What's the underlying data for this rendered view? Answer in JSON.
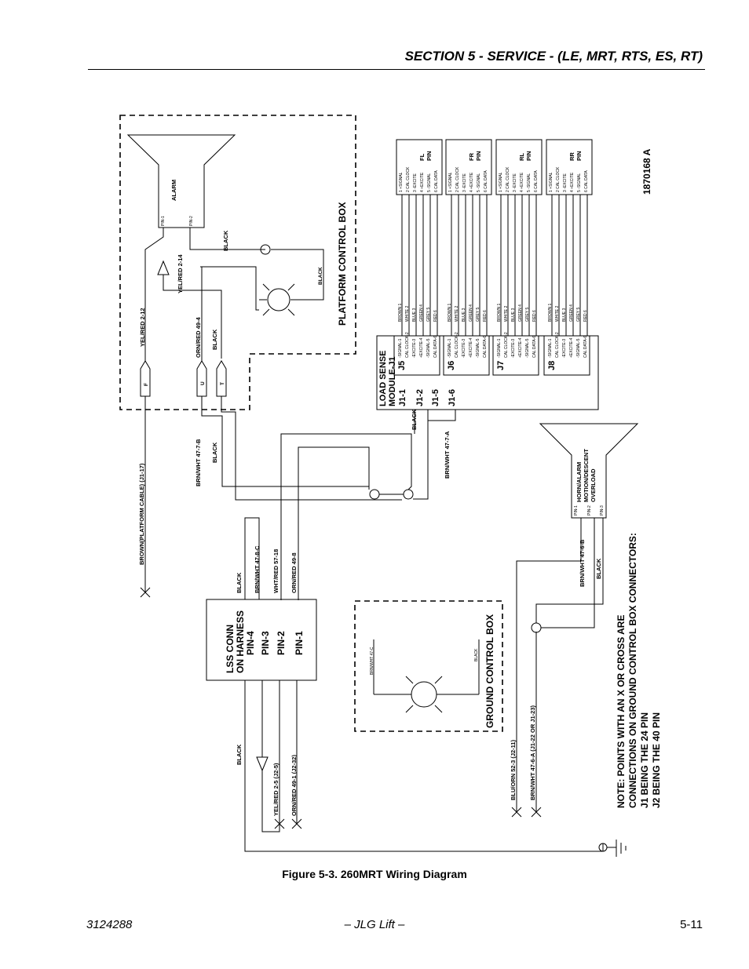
{
  "header": {
    "section_title": "SECTION 5 - SERVICE - (LE, MRT, RTS, ES, RT)"
  },
  "figure": {
    "caption": "Figure 5-3.  260MRT Wiring Diagram"
  },
  "footer": {
    "doc_number": "3124288",
    "center": "– JLG Lift –",
    "page": "5-11"
  },
  "diagram": {
    "drawing_number": "1870168  A",
    "platform_box_label": "PLATFORM CONTROL BOX",
    "ground_box_label": "GROUND CONTROL BOX",
    "alarm": {
      "name": "ALARM",
      "pin1": "PIN-1",
      "pin2": "PIN-2"
    },
    "horn": {
      "line1": "HORN/ALARM",
      "line2": "MOTION/DESCENT",
      "line3": "OVERLOAD",
      "pin1": "PIN-1",
      "pin2": "PIN-2",
      "pin3": "PIN-3"
    },
    "lss": {
      "line1": "LSS CONN",
      "line2": "ON HARNESS",
      "pins": [
        "PIN-4",
        "PIN-3",
        "PIN-2",
        "PIN-1"
      ]
    },
    "module": {
      "line1": "LOAD SENSE",
      "line2": "MODULE-J1",
      "pins": [
        "J1-1",
        "J1-2",
        "J1-5",
        "J1-6"
      ]
    },
    "connectors": [
      "J5",
      "J6",
      "J7",
      "J8"
    ],
    "pin_terminals": [
      "-SIGNAL-1",
      "CAL CLOCK-2",
      "-EXCITE-3",
      "+EXCITE-4",
      "-SIGNAL-5",
      "CAL DATA-6"
    ],
    "cable_colors": [
      "BROWN 1",
      "WHITE 2",
      "BLUE 3",
      "GREEN 4",
      "GREY 5",
      "RED 6"
    ],
    "sensor_pins": [
      "1 +SIGNAL",
      "2 CAL CLOCK",
      "3 -EXCITE",
      "4 +EXCITE",
      "5 -SIGNAL",
      "6 CAL DATA"
    ],
    "sensor_blocks": [
      {
        "line1": "FL",
        "line2": "PIN"
      },
      {
        "line1": "FR",
        "line2": "PIN"
      },
      {
        "line1": "RL",
        "line2": "PIN"
      },
      {
        "line1": "RR",
        "line2": "PIN"
      }
    ],
    "plugs": [
      "F",
      "U",
      "T"
    ],
    "wires": {
      "yel_red_212": "YEL/RED      2-12",
      "yel_red_214": "YEL/RED     2-14",
      "orn_red_494": "ORN/RED     49-4",
      "black_a": "BLACK",
      "black_b": "BLACK",
      "black_c": "BLACK",
      "brown_cable": "BROWN(PLATFORM CABLE) (J1-17)",
      "brn_wht_477b": "BRN/WHT     47-7-B",
      "black_d": "BLACK",
      "black_e": "BLACK",
      "brn_wht_477a": "BRN/WHT     47-7-A",
      "black_lss4": "BLACK",
      "brn_wht_478c": "BRN/WHT     47-8-C",
      "wht_red_5718": "WHT/RED     57-18",
      "orn_red_498": "ORN/RED     49-8",
      "brn_wht_47c": "BRN/WHT 47-C",
      "black_g": "BLACK",
      "brn_wht_476b": "BRN/WHT     47-6-B",
      "black_h": "BLACK",
      "black_lss_bottom": "BLACK",
      "yel_red_25": "YEL/RED      2-5     (J2-5)",
      "orn_red_491": "ORN/RED      49-1     (J2-32)",
      "blu_orn_523": "BLU/ORN      52-3     (J2-11)",
      "brn_wht_476a": "BRN/WHT    47-6-A     (J1-22 OR J1-23)"
    },
    "notes": [
      "NOTE: POINTS WITH AN X  OR CROSS ARE",
      "CONNECTIONS ON GROUND CONTROL BOX CONNECTORS:",
      "J1 BEING THE 24 PIN",
      "J2 BEING THE 40 PIN"
    ]
  }
}
